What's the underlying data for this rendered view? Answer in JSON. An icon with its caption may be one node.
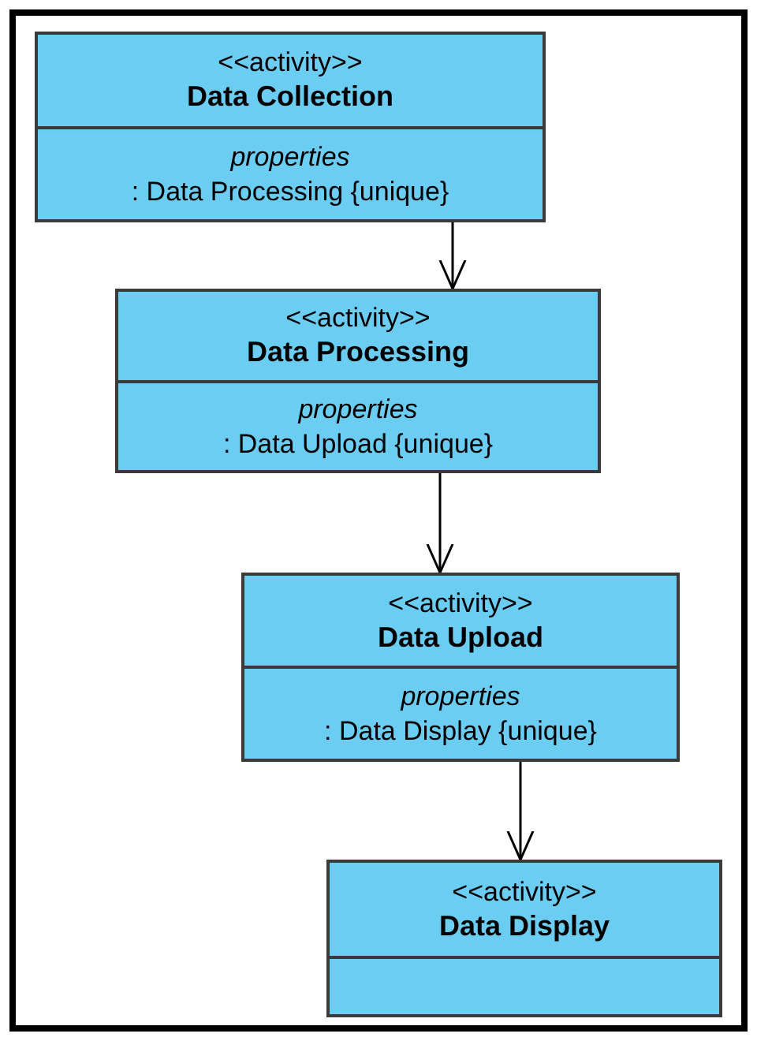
{
  "diagram": {
    "nodes": [
      {
        "text": [
          "<<activity>>",
          "Data Collection",
          "properties",
          ": Data Processing {unique}"
        ]
      },
      {
        "text": [
          "<<activity>>",
          "Data Processing",
          "properties",
          ": Data Upload {unique}"
        ]
      },
      {
        "text": [
          "<<activity>>",
          "Data Upload",
          "properties",
          ": Data Display {unique}"
        ]
      },
      {
        "text": [
          "<<activity>>",
          "Data Display"
        ]
      }
    ],
    "edges": [
      {
        "from": 0,
        "to": 1,
        "arrow": "to"
      },
      {
        "from": 1,
        "to": 2,
        "arrow": "to"
      },
      {
        "from": 2,
        "to": 3,
        "arrow": "to"
      }
    ]
  }
}
